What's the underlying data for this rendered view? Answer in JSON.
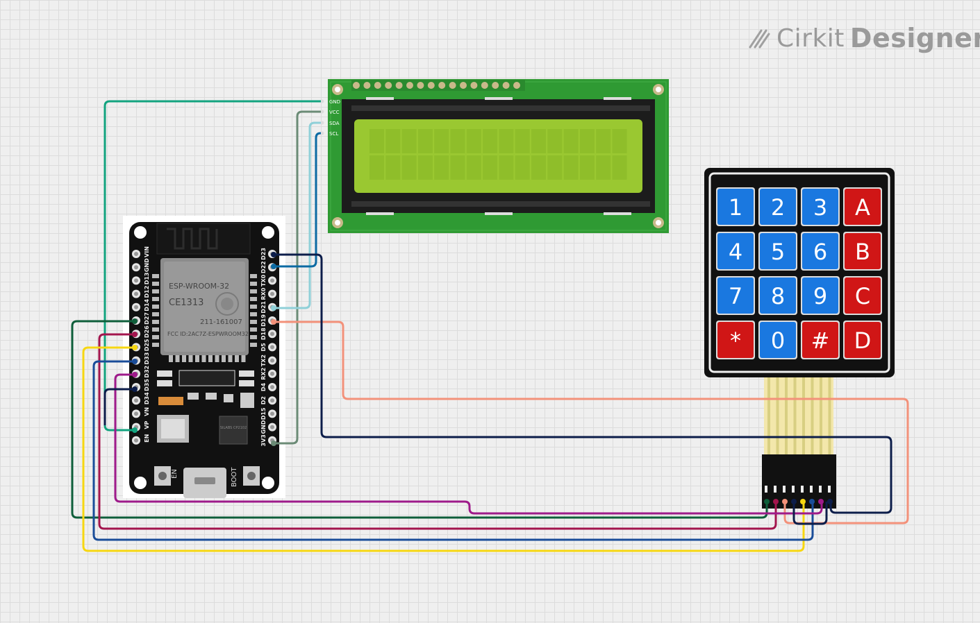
{
  "brand": {
    "name_part1": "Cirkit",
    "name_part2": "Designer",
    "icon": "pencil-logo-icon"
  },
  "lcd": {
    "pin_labels": [
      "GND",
      "VCC",
      "SDA",
      "SCL"
    ]
  },
  "esp32": {
    "module_text": "ESP-WROOM-32",
    "ce_text": "CE1313",
    "cert_text": "211-161007",
    "fcc_text": "FCC ID:2AC7Z-ESPWROOM32",
    "left_pins": [
      "EN",
      "VP",
      "VN",
      "D34",
      "D35",
      "D32",
      "D33",
      "D25",
      "D26",
      "D27",
      "D14",
      "D12",
      "D13",
      "GND",
      "VIN"
    ],
    "right_pins": [
      "D23",
      "D22",
      "TX0",
      "RX0",
      "D21",
      "D19",
      "D18",
      "D5",
      "TX2",
      "RX2",
      "D4",
      "D2",
      "D15",
      "GND",
      "3V3"
    ],
    "button_en": "EN",
    "button_boot": "BOOT",
    "chip_text": "SILABS CP2102"
  },
  "keypad": {
    "keys": [
      "1",
      "2",
      "3",
      "A",
      "4",
      "5",
      "6",
      "B",
      "7",
      "8",
      "9",
      "C",
      "*",
      "0",
      "#",
      "D"
    ]
  },
  "wire_colors": {
    "gnd": "#12a37f",
    "vcc": "#6b8b76",
    "sda": "#8fd0d8",
    "scl": "#0b6aa3",
    "orange": "#f3917a",
    "navy": "#0c1d4a",
    "darkgreen": "#0e5e3a",
    "crimson": "#a3154d",
    "yellow": "#f7d711",
    "blue": "#1a4d99",
    "purple": "#9e1a8a",
    "teal": "#1c9e7d"
  }
}
